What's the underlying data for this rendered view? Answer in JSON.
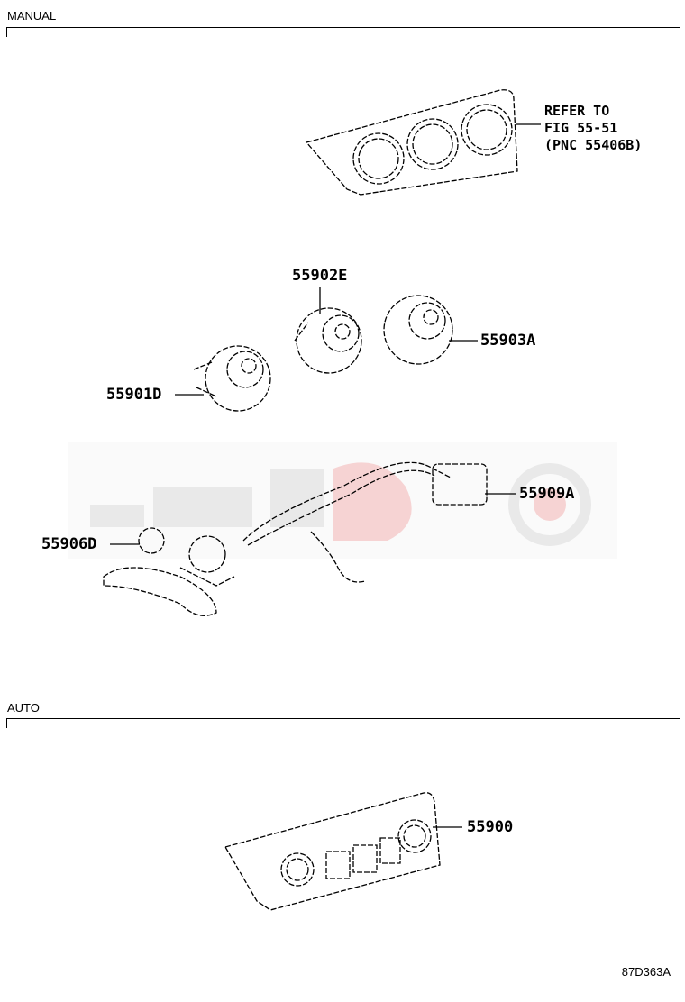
{
  "sections": {
    "manual_label": "MANUAL",
    "auto_label": "AUTO"
  },
  "reference_note": {
    "line1": "REFER TO",
    "line2": "FIG 55-51",
    "line3": "(PNC 55406B)"
  },
  "parts": {
    "p55902E": "55902E",
    "p55903A": "55903A",
    "p55901D": "55901D",
    "p55909A": "55909A",
    "p55906D": "55906D",
    "p55900": "55900"
  },
  "illustration_code": "87D363A",
  "colors": {
    "line": "#000000",
    "watermark": "#e9e9e9",
    "watermark_accent": "#f6d3d3"
  }
}
